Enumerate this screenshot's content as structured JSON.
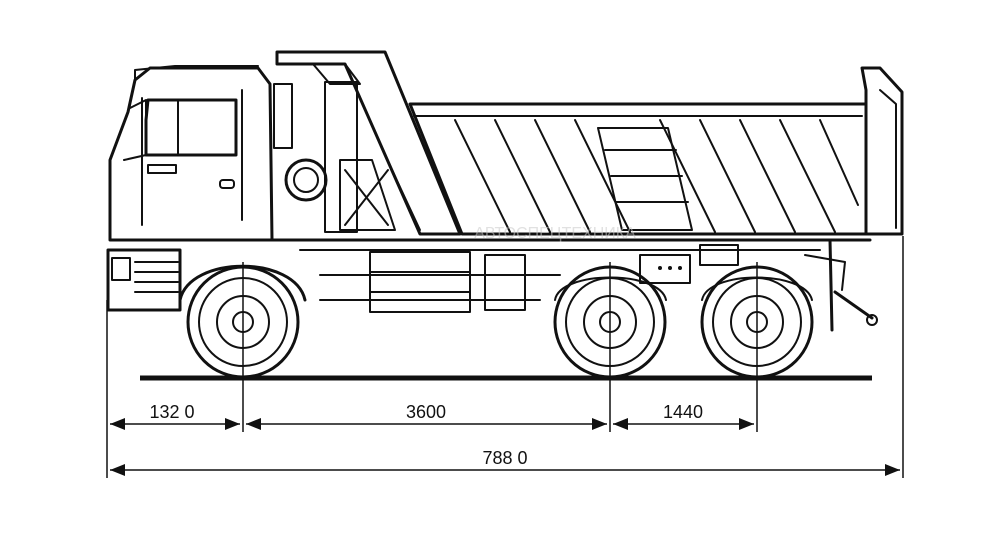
{
  "diagram": {
    "dimensions": {
      "front_overhang": "132 0",
      "wheelbase_front_to_middle": "3600",
      "rear_axle_spacing": "1440",
      "overall_length": "788 0"
    },
    "watermark": {
      "line1": "АВТОСПЕЦТЕХНИКА"
    }
  }
}
